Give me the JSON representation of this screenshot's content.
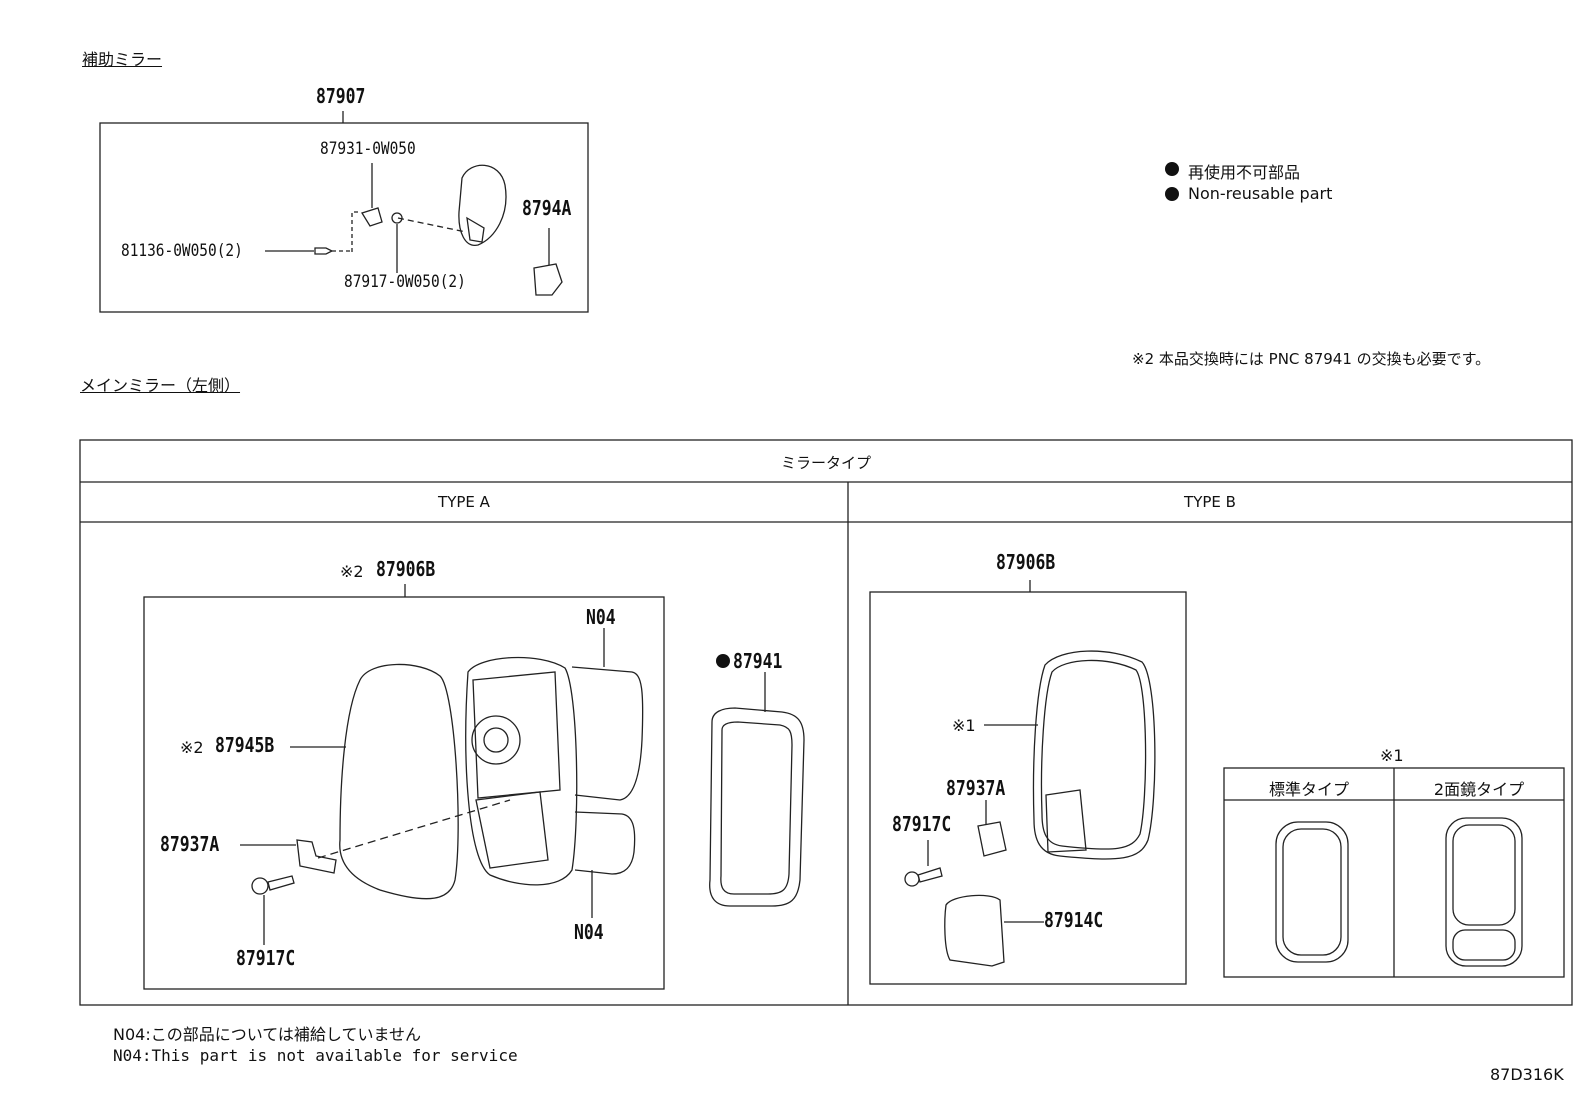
{
  "aux_section": {
    "title": "補助ミラー",
    "assembly": "87907",
    "parts": {
      "bracket": "87931-0W050",
      "screw": "81136-0W050(2)",
      "nut": "87917-0W050(2)",
      "cover": "8794A"
    }
  },
  "legend": {
    "jp": "再使用不可部品",
    "en": "Non-reusable part"
  },
  "note_mark2": "※2 本品交換時には PNC 87941 の交換も必要です。",
  "main_section": {
    "title": "メインミラー（左側）"
  },
  "table": {
    "header": "ミラータイプ",
    "type_a": "TYPE A",
    "type_b": "TYPE B"
  },
  "type_a": {
    "mark": "※2",
    "assembly": "87906B",
    "n04_top": "N04",
    "n04_bottom": "N04",
    "mirror_mark": "※2",
    "mirror": "87945B",
    "bracket": "87937A",
    "screw": "87917C",
    "frame": "87941"
  },
  "type_b": {
    "assembly": "87906B",
    "mirror_mark": "※1",
    "bracket": "87937A",
    "screw": "87917C",
    "cover": "87914C",
    "inset_mark": "※1",
    "col_std": "標準タイプ",
    "col_dual": "2面鏡タイプ"
  },
  "footnotes": {
    "jp": "N04:この部品については補給していません",
    "en": "N04:This part is not available for service"
  },
  "diagram_code": "87D316K"
}
